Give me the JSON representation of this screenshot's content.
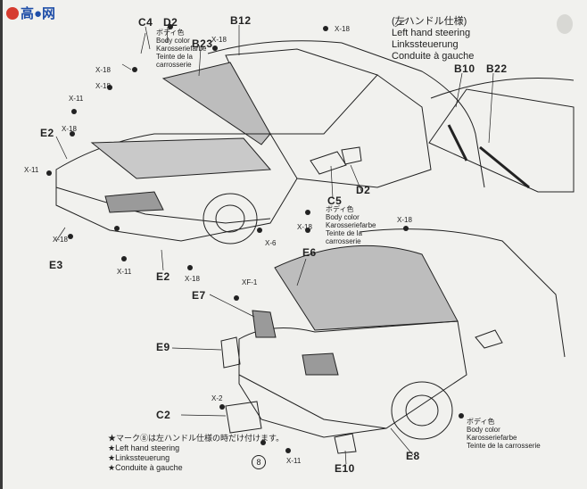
{
  "watermark": {
    "text": "高●网"
  },
  "section_note": {
    "lines": [
      "(左ハンドル仕様)",
      "Left hand steering",
      "Linkssteuerung",
      "Conduite à gauche"
    ]
  },
  "part_labels": {
    "c4": "C4",
    "d2_top": "D2",
    "b12": "B12",
    "b23": "B23",
    "b10": "B10",
    "b22": "B22",
    "e2_left": "E2",
    "e2_bottom": "E2",
    "e3": "E3",
    "c5": "C5",
    "d2_right": "D2",
    "e6": "E6",
    "e7": "E7",
    "e9": "E9",
    "c2": "C2",
    "e10": "E10",
    "e8": "E8"
  },
  "screw_labels": {
    "x18_a": "X-18",
    "x18_b": "X-18",
    "x18_c": "X-18",
    "x18_d": "X-18",
    "x11_a": "X-11",
    "x18_e": "X-18",
    "x11_b": "X-11",
    "x18_f": "X-18",
    "x11_c": "X-11",
    "x18_g": "X-18",
    "x6": "X-6",
    "x18_h": "X-18",
    "x18_i": "X-18",
    "xf1": "XF-1",
    "x2": "X-2",
    "x11_d": "X-11"
  },
  "color_note_1": {
    "lines": [
      "ボディ色",
      "Body color",
      "Karosseriefarbe",
      "Teinte de la",
      "carrosserie"
    ]
  },
  "color_note_2": {
    "lines": [
      "ボディ色",
      "Body color",
      "Karosseriefarbe",
      "Teinte de la",
      "carrosserie"
    ]
  },
  "color_note_3": {
    "lines": [
      "ボディ色",
      "Body color",
      "Karosseriefarbe",
      "Teinte de la carrosserie"
    ]
  },
  "legend": {
    "lines": [
      "★マーク⑧は左ハンドル仕様の時だけ付けます。",
      "★Left hand steering",
      "★Linkssteuerung",
      "★Conduite à gauche"
    ]
  },
  "circled_mark": "8"
}
